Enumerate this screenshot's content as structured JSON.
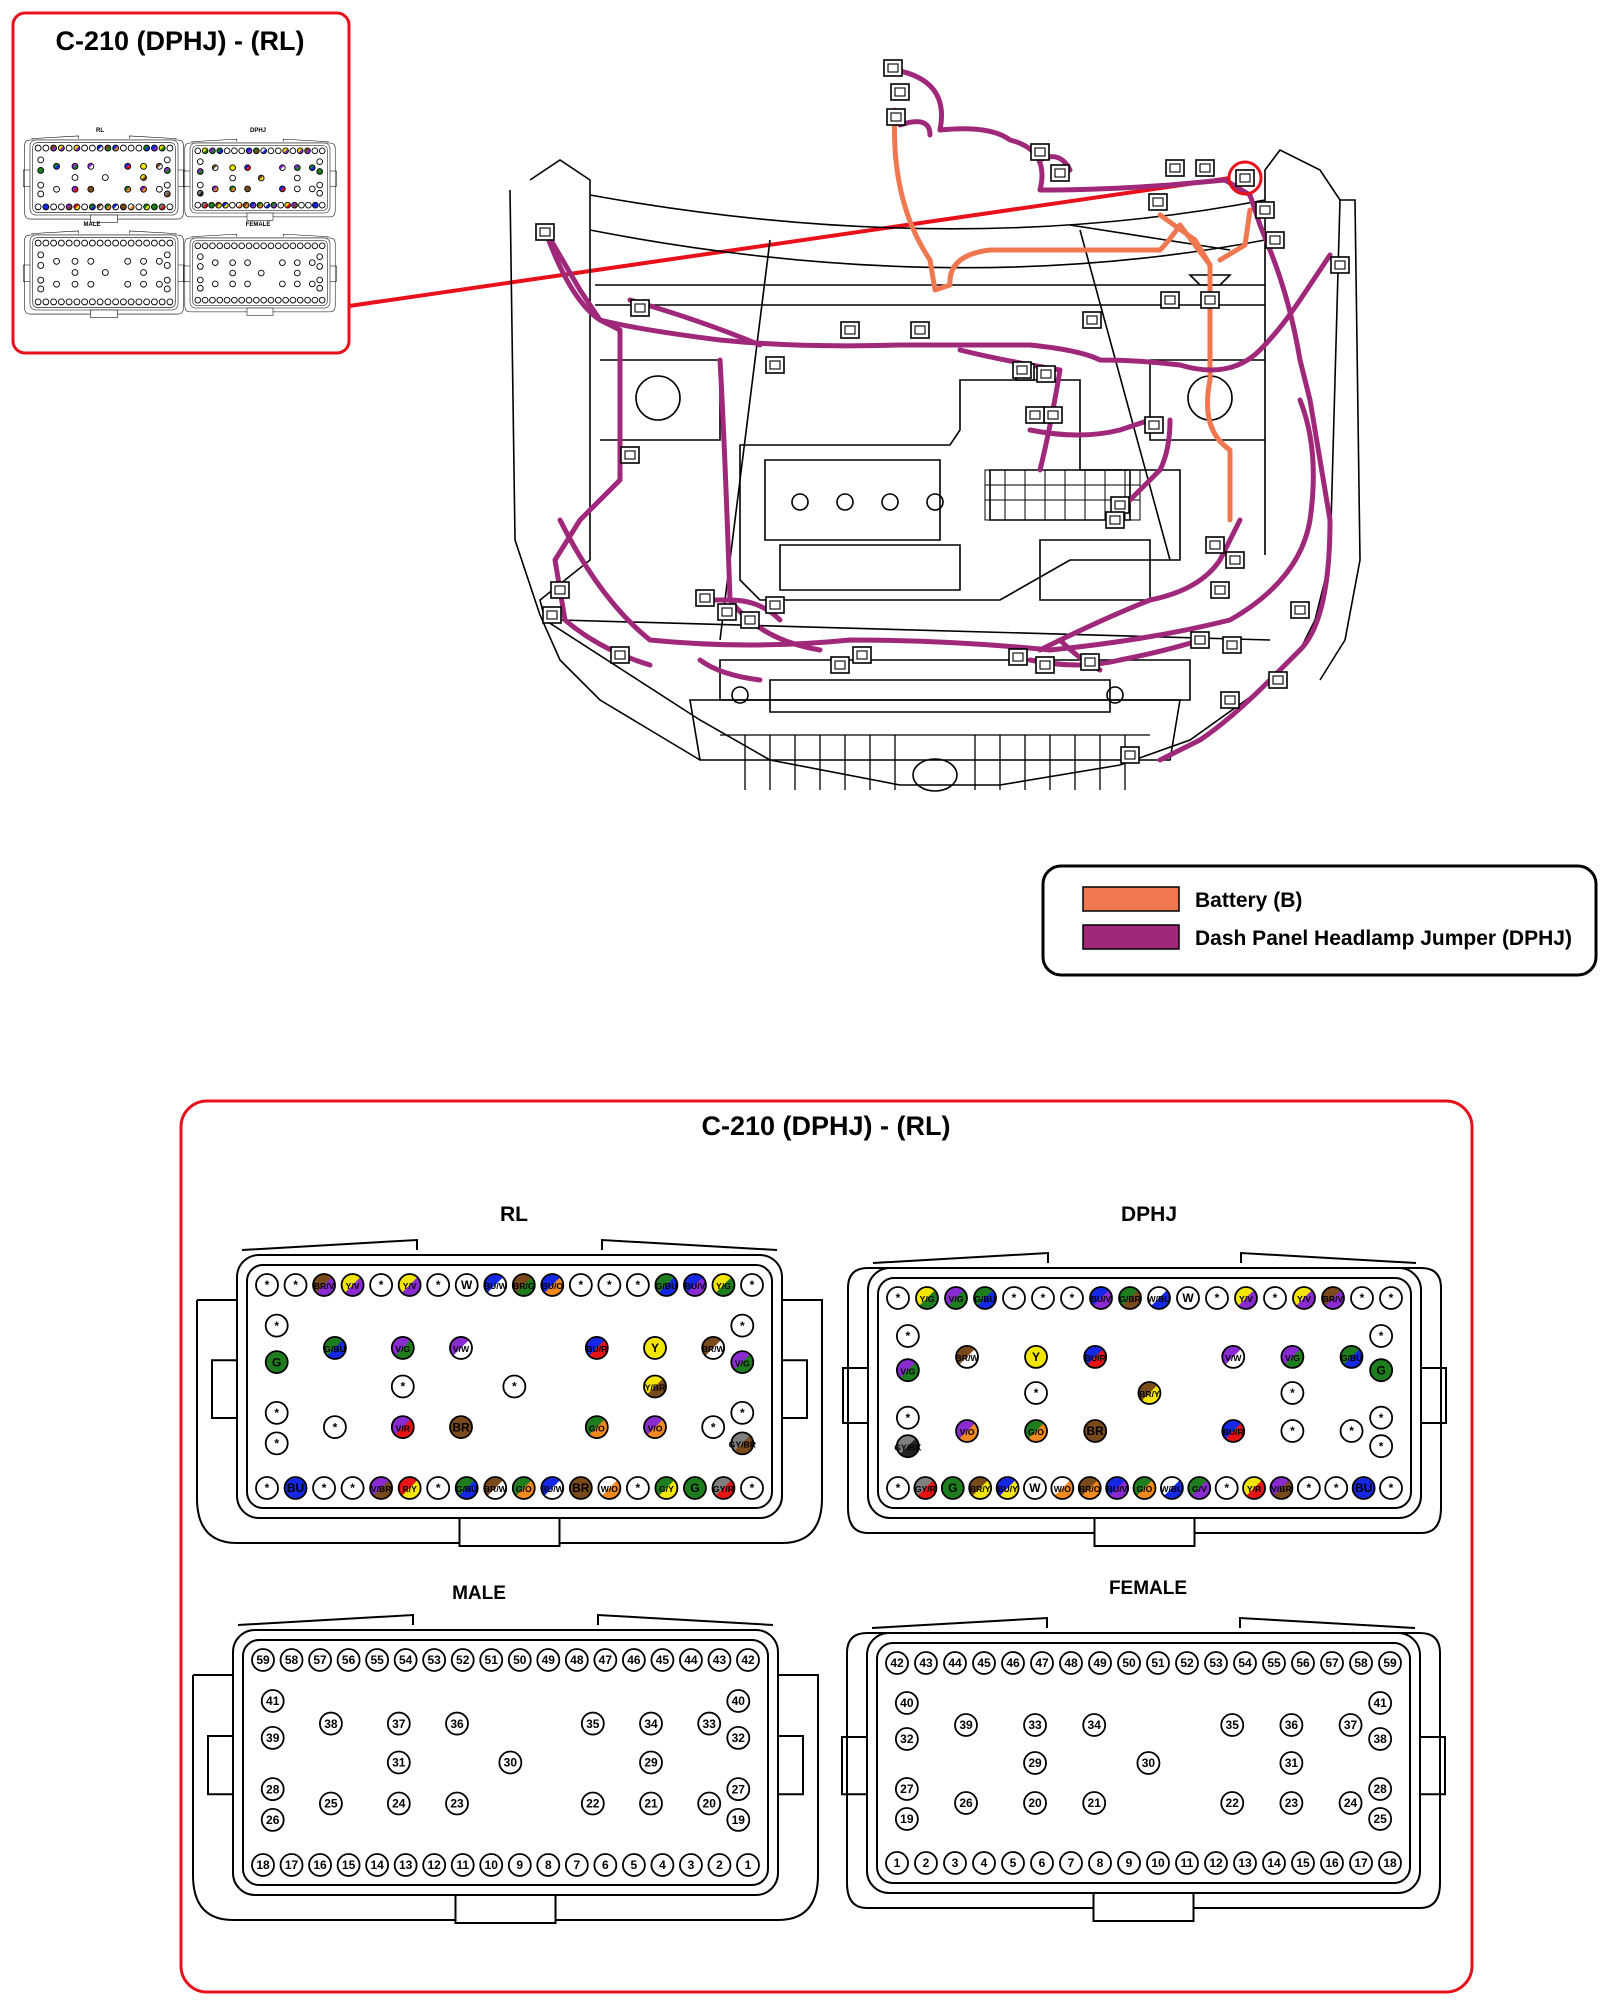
{
  "callout": {
    "title": "C-210 (DPHJ) - (RL)"
  },
  "legend": {
    "items": [
      {
        "label": "Battery (B)",
        "color": "#F07850"
      },
      {
        "label": "Dash Panel Headlamp Jumper (DPHJ)",
        "color": "#A0287A"
      }
    ]
  },
  "detail": {
    "title": "C-210 (DPHJ) - (RL)",
    "panels": [
      {
        "key": "rl",
        "label": "RL"
      },
      {
        "key": "dphj",
        "label": "DPHJ"
      },
      {
        "key": "male",
        "label": "MALE"
      },
      {
        "key": "female",
        "label": "FEMALE"
      }
    ]
  },
  "colors": {
    "wire_battery": "#F07850",
    "wire_dphj": "#A0287A",
    "frame_red": "#E8101A",
    "G": "#1E7E1E",
    "Y": "#F2E600",
    "V": "#8A2BD2",
    "BU": "#1428E6",
    "BR": "#7A4A1A",
    "O": "#F08A1E",
    "R": "#E61414",
    "GY": "#7F7F7F",
    "BK": "#222222",
    "W": "#FFFFFF"
  },
  "male_pins": {
    "top_row": [
      "59",
      "58",
      "57",
      "56",
      "55",
      "54",
      "53",
      "52",
      "51",
      "50",
      "49",
      "48",
      "47",
      "46",
      "45",
      "44",
      "43",
      "42"
    ],
    "bottom_row": [
      "18",
      "17",
      "16",
      "15",
      "14",
      "13",
      "12",
      "11",
      "10",
      "9",
      "8",
      "7",
      "6",
      "5",
      "4",
      "3",
      "2",
      "1"
    ],
    "inner": [
      "41",
      "40",
      "39",
      "38",
      "37",
      "36",
      "35",
      "34",
      "33",
      "32",
      "31",
      "30",
      "29",
      "28",
      "27",
      "26",
      "25",
      "24",
      "23",
      "22",
      "21",
      "20",
      "19"
    ]
  },
  "female_pins": {
    "top_row": [
      "42",
      "43",
      "44",
      "45",
      "46",
      "47",
      "48",
      "49",
      "50",
      "51",
      "52",
      "53",
      "54",
      "55",
      "56",
      "57",
      "58",
      "59"
    ],
    "bottom_row": [
      "1",
      "2",
      "3",
      "4",
      "5",
      "6",
      "7",
      "8",
      "9",
      "10",
      "11",
      "12",
      "13",
      "14",
      "15",
      "16",
      "17",
      "18"
    ],
    "inner": [
      "40",
      "41",
      "32",
      "39",
      "33",
      "34",
      "35",
      "36",
      "37",
      "38",
      "29",
      "30",
      "31",
      "27",
      "28",
      "19",
      "26",
      "20",
      "21",
      "22",
      "23",
      "24",
      "25"
    ]
  },
  "rl_pins": {
    "top_row": [
      "*",
      "*",
      "BR/V",
      "Y/V",
      "*",
      "Y/V",
      "*",
      "W",
      "BU/W",
      "BR/G",
      "BU/O",
      "*",
      "*",
      "*",
      "G/BU",
      "BU/V",
      "Y/G",
      "*"
    ],
    "bottom_row": [
      "*",
      "BU",
      "*",
      "*",
      "V/BR",
      "R/Y",
      "*",
      "G/BU",
      "BR/W",
      "G/O",
      "BU/W",
      "BR",
      "W/O",
      "*",
      "G/Y",
      "G",
      "GY/R",
      "*"
    ],
    "inner": [
      "*",
      "*",
      "G",
      "G/BU",
      "V/G",
      "V/W",
      "BU/R",
      "Y",
      "BR/W",
      "V/G",
      "*",
      "*",
      "Y/BR",
      "*",
      "*",
      "*",
      "*",
      "V/R",
      "BR",
      "G/O",
      "V/O",
      "*",
      "GY/BR"
    ]
  },
  "dphj_pins": {
    "top_row": [
      "*",
      "Y/G",
      "V/G",
      "G/BU",
      "*",
      "*",
      "*",
      "BU/V",
      "G/BR",
      "W/BU",
      "W",
      "*",
      "Y/V",
      "*",
      "Y/V",
      "BR/V",
      "*",
      "*"
    ],
    "bottom_row": [
      "*",
      "GY/R",
      "G",
      "BR/Y",
      "BU/Y",
      "W",
      "W/O",
      "BR/O",
      "BU/V",
      "G/O",
      "W/BU",
      "G/V",
      "*",
      "Y/R",
      "V/BR",
      "*",
      "*",
      "BU",
      "*"
    ],
    "inner": [
      "*",
      "*",
      "V/G",
      "BR/W",
      "Y",
      "BU/R",
      "V/W",
      "V/G",
      "G/BU",
      "G",
      "*",
      "BR/Y",
      "*",
      "*",
      "*",
      "GY/BK",
      "V/O",
      "G/O",
      "BR",
      "BU/R",
      "*",
      "*",
      "*"
    ]
  }
}
